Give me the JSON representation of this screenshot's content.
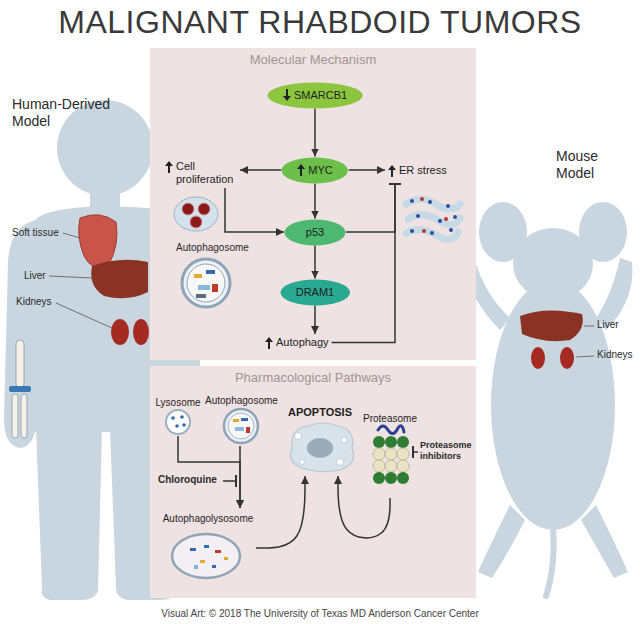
{
  "diagram": {
    "title": "MALIGNANT RHABDOID TUMORS",
    "caption": "Visual Art: © 2018 The University of Texas MD Anderson Cancer Center",
    "nodes": [
      {
        "text": [
          "Molecular Mechanism"
        ]
      },
      {
        "text": [
          "SMARCB1"
        ],
        "in": 0
      },
      {
        "text": [
          "Cell proliferation"
        ],
        "in": 0
      },
      {
        "text": [
          "MYC"
        ],
        "in": 0
      },
      {
        "text": [
          "ER stress"
        ],
        "in": 0
      },
      {
        "text": [
          "p53"
        ],
        "in": 0
      },
      {
        "text": [
          "DRAM1"
        ],
        "in": 0
      },
      {
        "text": [
          "Autophagy"
        ],
        "in": 0
      },
      {
        "text": [
          "Pharmacological Pathways"
        ]
      },
      {
        "text": [
          "Lysosome"
        ],
        "in": 8
      },
      {
        "text": [
          "Autophagosome"
        ],
        "in": 8
      },
      {
        "text": [
          "APOPTOSIS"
        ],
        "in": 8
      },
      {
        "text": [
          "Proteasome"
        ],
        "in": 8
      },
      {
        "text": [
          "Autophagolysosome"
        ],
        "in": 8
      }
    ],
    "edges": [
      {
        "from": 1,
        "to": 3,
        "arrow": "to"
      },
      {
        "from": 3,
        "to": 2,
        "arrow": "to"
      },
      {
        "from": 3,
        "to": 4,
        "arrow": "to"
      },
      {
        "from": 3,
        "to": 5,
        "arrow": "to"
      },
      {
        "from": 2,
        "to": 5,
        "arrow": "to"
      },
      {
        "from": 5,
        "to": 6,
        "arrow": "to"
      },
      {
        "from": 5,
        "to": 4,
        "arrow": "to"
      },
      {
        "from": 6,
        "to": 7,
        "arrow": "to"
      },
      {
        "from": 7,
        "to": 4,
        "arrow": "to"
      },
      {
        "from": 9,
        "to": 13,
        "arrow": "to"
      },
      {
        "from": 10,
        "to": 13,
        "arrow": "to"
      },
      {
        "from": 13,
        "to": 11,
        "arrow": "to"
      },
      {
        "from": 12,
        "to": 11,
        "arrow": "to"
      }
    ],
    "labels": [
      "Human-Derived Model",
      "Soft tissue",
      "Liver",
      "Kidneys",
      "Autophagosome",
      "Mouse Model",
      "Liver",
      "Kidneys",
      "Chloroquine",
      "Proteasome inhibitors"
    ]
  }
}
